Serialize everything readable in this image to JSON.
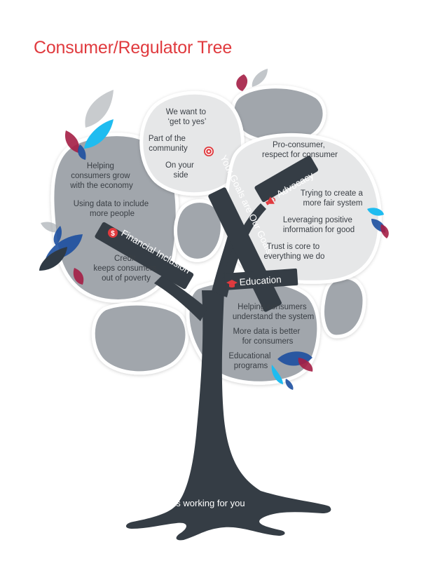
{
  "title": "Consumer/Regulator Tree",
  "colors": {
    "title": "#e03a3e",
    "trunk": "#353d45",
    "crown_dark": "#a1a6ac",
    "crown_light": "#e6e7e8",
    "leaf_cyan": "#1fbcf0",
    "leaf_blue": "#1c4fa0",
    "leaf_red": "#a41e45",
    "leaf_dark": "#2f3a45",
    "leaf_grey": "#9aa0a6"
  },
  "branches": {
    "goals": "Your Goals are Our Goals",
    "advocacy": "Advocacy",
    "financial": "Financial Inclusion",
    "education": "Education"
  },
  "icons": {
    "goals": "target-icon",
    "advocacy": "megaphone-icon",
    "financial": "dollar-cycle-icon",
    "education": "graduation-cap-icon"
  },
  "goals_texts": {
    "t1": [
      "We want to",
      "‘get to yes’"
    ],
    "t2": [
      "Part of the",
      "community"
    ],
    "t3": [
      "On your",
      "side"
    ]
  },
  "advocacy_texts": {
    "t1": [
      "Pro-consumer,",
      "respect for consumer"
    ],
    "t2": [
      "Trying to create a",
      "more fair system"
    ],
    "t3": [
      "Leveraging positive",
      "information for good"
    ],
    "t4": [
      "Trust is core to",
      "everything we do"
    ]
  },
  "financial_texts": {
    "t1": [
      "Helping",
      "consumers grow",
      "with the economy"
    ],
    "t2": [
      "Using data to include",
      "more people"
    ],
    "t3": [
      "Credit",
      "keeps consumers",
      "out of poverty"
    ]
  },
  "education_texts": {
    "t1": [
      "Helping consumers",
      "understand the system"
    ],
    "t2": [
      "More data is better",
      "for consumers"
    ],
    "t3": [
      "Educational",
      "programs"
    ]
  },
  "footer": "is working for you"
}
